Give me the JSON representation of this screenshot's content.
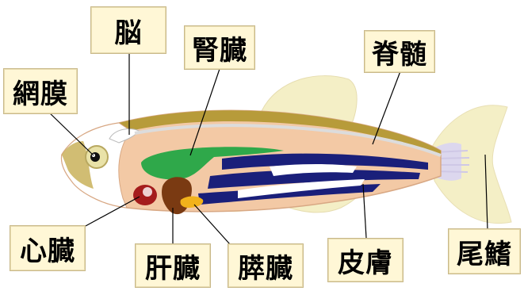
{
  "diagram": {
    "labels": {
      "brain": "脳",
      "kidney": "腎臓",
      "spinal_cord": "脊髄",
      "retina": "網膜",
      "heart": "心臓",
      "liver": "肝臓",
      "pancreas": "膵臓",
      "skin": "皮膚",
      "tail_fin": "尾鰭"
    },
    "colors": {
      "label_fill": "#fff7d6",
      "body_skin": "#f3c9a5",
      "dorsal_olive": "#b79b3a",
      "stripe_blue": "#1a1f7a",
      "kidney_green": "#2fa84a",
      "heart_red": "#a51c1c",
      "liver_brown": "#7a3a12",
      "pancreas_yellow": "#f2b21b",
      "fin_lavender": "#dcd7ee",
      "fin_cream": "#f4efc6"
    }
  }
}
